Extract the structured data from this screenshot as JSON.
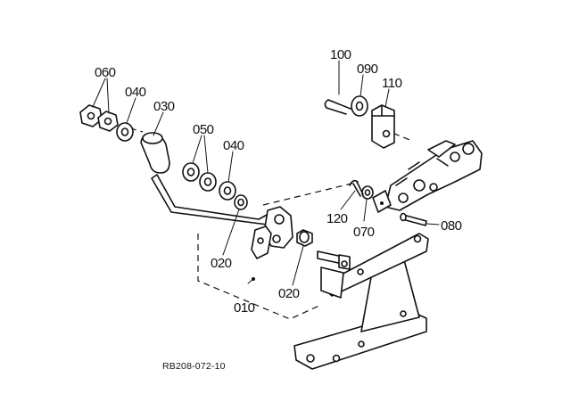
{
  "diagram": {
    "reference": "RB208-072-10",
    "callouts": [
      {
        "id": "c010",
        "label": "010"
      },
      {
        "id": "c020a",
        "label": "020"
      },
      {
        "id": "c020b",
        "label": "020"
      },
      {
        "id": "c030",
        "label": "030"
      },
      {
        "id": "c040a",
        "label": "040"
      },
      {
        "id": "c040b",
        "label": "040"
      },
      {
        "id": "c050",
        "label": "050"
      },
      {
        "id": "c060",
        "label": "060"
      },
      {
        "id": "c070",
        "label": "070"
      },
      {
        "id": "c080",
        "label": "080"
      },
      {
        "id": "c090",
        "label": "090"
      },
      {
        "id": "c100",
        "label": "100"
      },
      {
        "id": "c110",
        "label": "110"
      },
      {
        "id": "c120",
        "label": "120"
      }
    ]
  }
}
